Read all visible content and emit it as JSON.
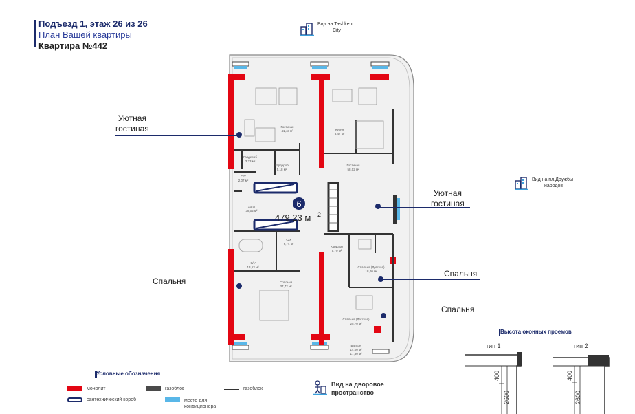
{
  "header": {
    "line1": "Подъезд 1, этаж 26 из 26",
    "line2": "План Вашей квартиры",
    "line3": "Квартира №442"
  },
  "views": {
    "top": [
      "Вид на Tashkent",
      "City"
    ],
    "right": [
      "Вид на пл.Дружбы",
      "народов"
    ],
    "bottom": [
      "Вид на дворовое",
      "пространство"
    ]
  },
  "area": {
    "badge": "6",
    "value": "479,23 м",
    "sup": "2"
  },
  "callouts": {
    "living_left": [
      "Уютная",
      "гостиная"
    ],
    "living_right": [
      "Уютная",
      "гостиная"
    ],
    "bedroom_left": "Спальня",
    "bedroom_right_1": "Спальня",
    "bedroom_right_2": "Спальня"
  },
  "rooms": {
    "living_left": [
      "Гостиная",
      "41,43 м²"
    ],
    "kitchen": [
      "Кухня",
      "8,47 м²"
    ],
    "wardrobe_1": [
      "Гардероб",
      "3,33 м²"
    ],
    "wardrobe_2": [
      "Гардероб",
      "5,18 м²"
    ],
    "wc_1": [
      "С/У",
      "2,07 м²"
    ],
    "living_mid": [
      "Гостиная",
      "58,02 м²"
    ],
    "hall": [
      "Холл",
      "38,02 м²"
    ],
    "wc_2": [
      "С/У",
      "6,74 м²"
    ],
    "wc_3": [
      "С/У",
      "13,63 м²"
    ],
    "corridor": [
      "Коридор",
      "5,70 м²"
    ],
    "bedroom_left": [
      "Спальня",
      "37,72 м²"
    ],
    "bedroom_r1": [
      "Спальня (Детская)",
      "18,00 м²"
    ],
    "bedroom_r2": [
      "Спальня (Детская)",
      "25,70 м²"
    ],
    "balcony": [
      "Балкон",
      "14,00 м²",
      "17,80 м²"
    ]
  },
  "legend": {
    "title": "Условные обозначения",
    "monolith": "монолит",
    "gasblock_fill": "газоблок",
    "gasblock_line": "газоблок",
    "plumbing": "сантехнический короб",
    "ac": [
      "место для",
      "кондиционера"
    ]
  },
  "windows": {
    "title": "Высота оконных проемов",
    "type1": "тип 1",
    "type2": "тип 2",
    "dim_400": "400",
    "dim_2600": "2600"
  },
  "colors": {
    "navy": "#1c2b6b",
    "monolith": "#e30613",
    "ac": "#59b7e8",
    "gasblock": "#4a4a4a"
  }
}
